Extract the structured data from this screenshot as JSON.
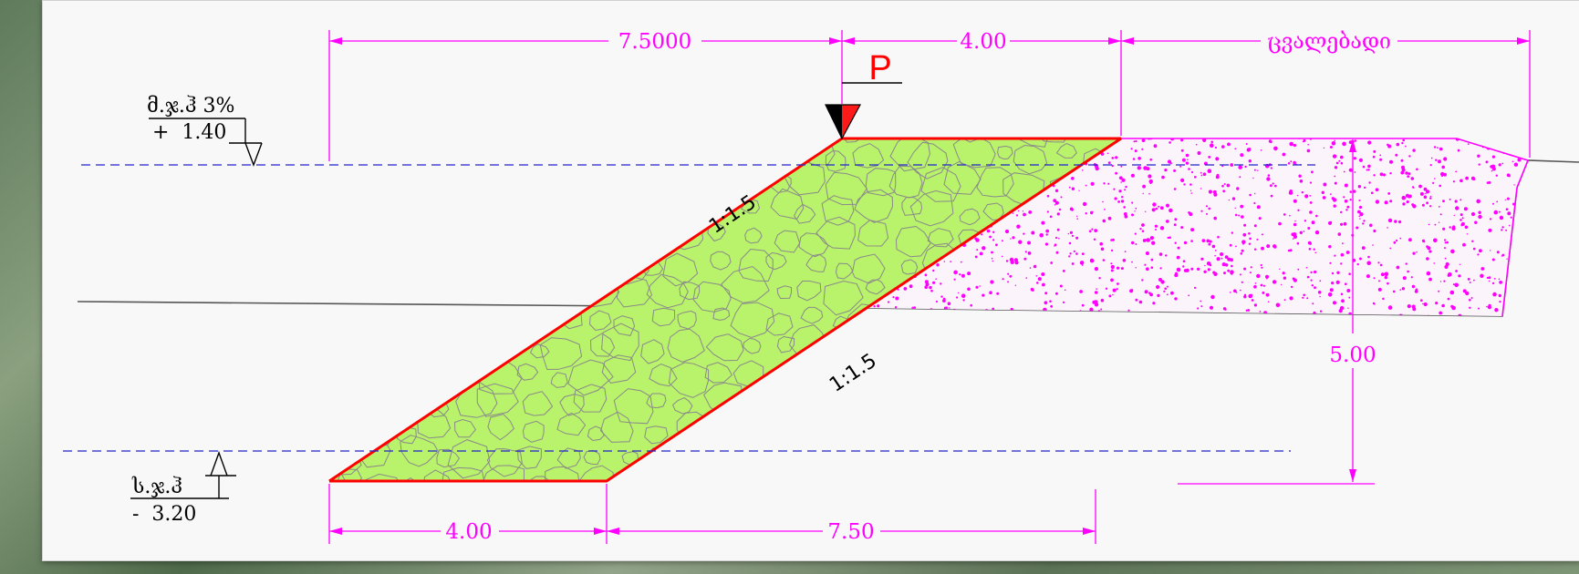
{
  "drawing": {
    "dimensions": {
      "top_left": "7.5000",
      "top_middle": "4.00",
      "top_right": "ცვალებადი",
      "bottom_left": "4.00",
      "bottom_right": "7.50",
      "vertical": "5.00"
    },
    "levels": {
      "upper": {
        "name": "მ.ჯ.ჰ  3%",
        "value": "+  1.40"
      },
      "lower": {
        "name": "ს.ჯ.ჰ",
        "value": "-  3.20"
      }
    },
    "slope_labels": {
      "upper": "1:1.5",
      "lower": "1:1.5"
    },
    "point_label": "P",
    "colors": {
      "rock_fill": "#b9f26b",
      "rock_outline": "#8a8a8a",
      "edge": "#ff0000",
      "dimension": "#ff00ff",
      "fill_dots": "#ff00ff",
      "water_line": "#2222cc"
    }
  }
}
